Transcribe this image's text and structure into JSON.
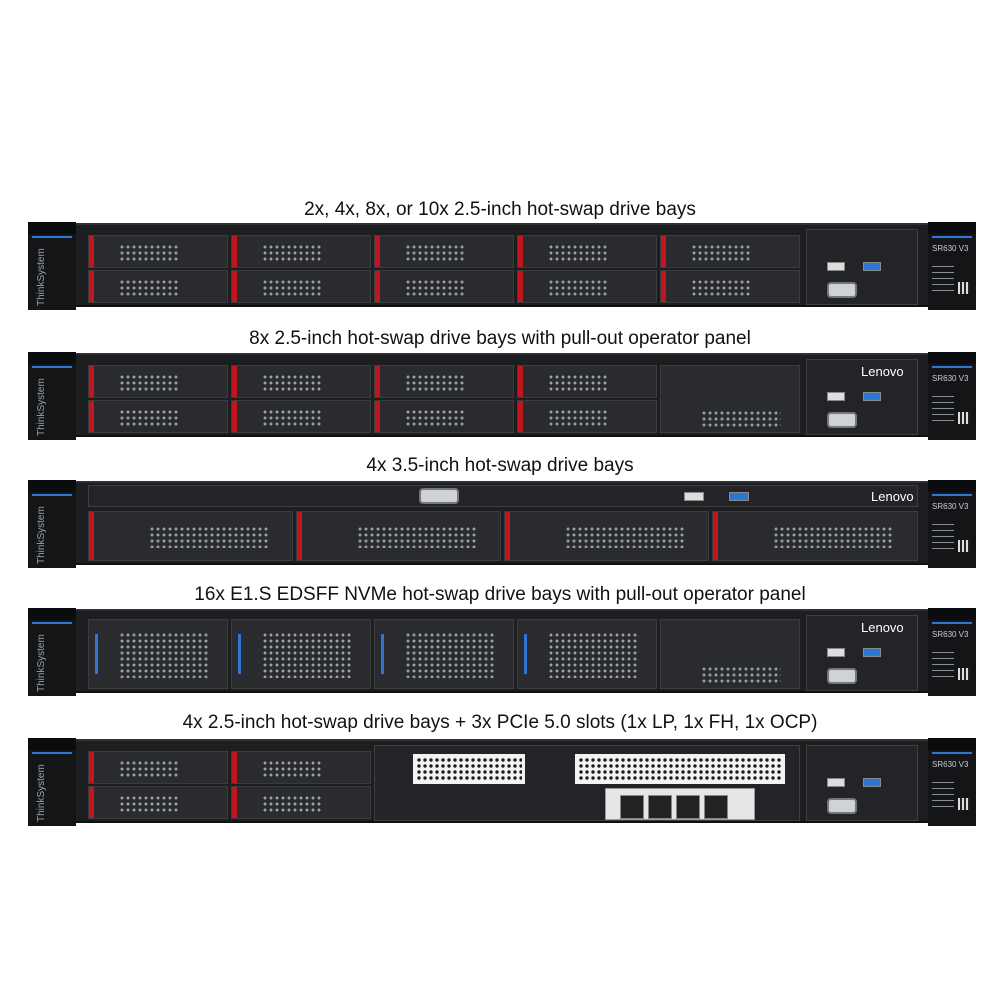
{
  "captions": {
    "c1": "2x, 4x, 8x, or 10x 2.5-inch hot-swap drive bays",
    "c2": "8x 2.5-inch hot-swap drive bays with pull-out operator panel",
    "c3": "4x 3.5-inch hot-swap drive bays",
    "c4": "16x E1.S EDSFF NVMe hot-swap drive bays with pull-out operator panel",
    "c5": "4x 2.5-inch hot-swap drive bays + 3x PCIe 5.0 slots (1x LP, 1x FH, 1x OCP)"
  },
  "labels": {
    "brand": "ThinkSystem",
    "model": "SR630 V3",
    "logo": "Lenovo"
  },
  "colors": {
    "chassis": "#1d1e20",
    "latch_red": "#c0161f",
    "accent_blue": "#2a77d4"
  }
}
